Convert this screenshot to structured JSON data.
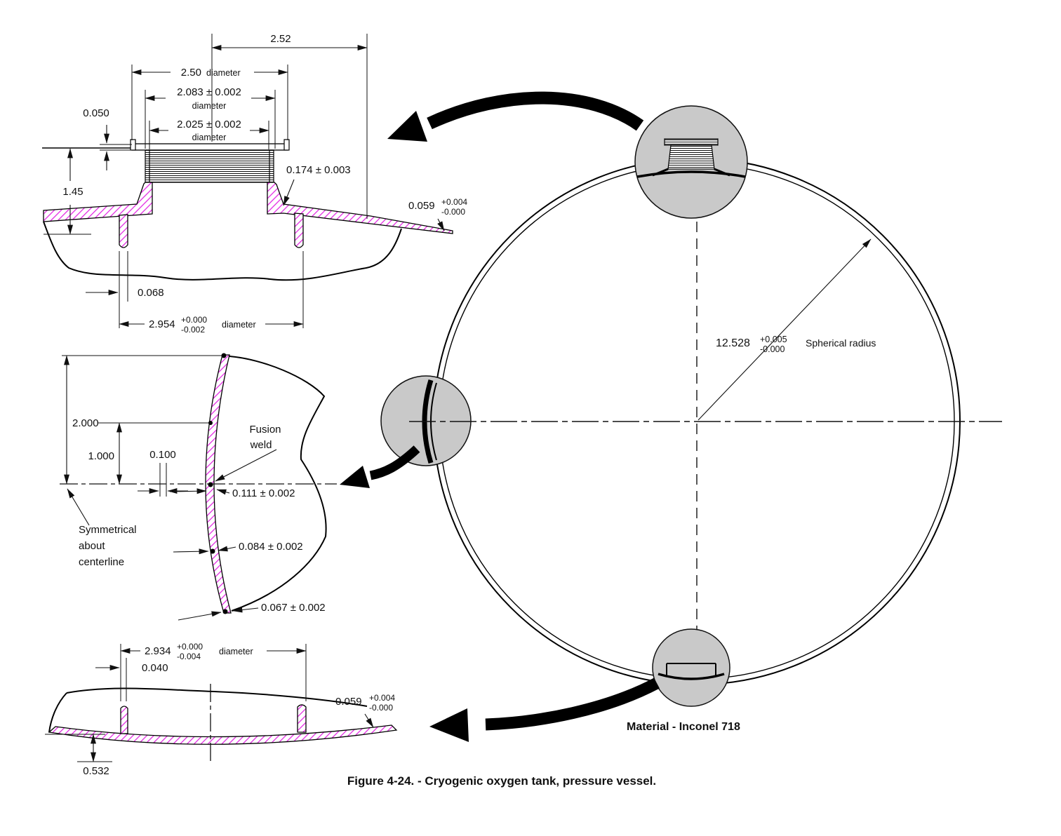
{
  "colors": {
    "hatch_magenta": "#E21EE2",
    "callout_gray": "#C9C9C9",
    "ink": "#101010"
  },
  "caption": "Figure 4-24. - Cryogenic oxygen tank, pressure vessel.",
  "material_note": "Material - Inconel 718",
  "sphere": {
    "radius_value": "12.528",
    "radius_tol_plus": "+0.005",
    "radius_tol_minus": "-0.000",
    "radius_label": "Spherical radius"
  },
  "upper_boss": {
    "dim_252": "2.52",
    "dim_250": "2.50",
    "dim_250_unit": "diameter",
    "dim_2083": "2.083 ± 0.002",
    "dim_2083_unit": "diameter",
    "dim_2025": "2.025 ± 0.002",
    "dim_2025_unit": "diameter",
    "dim_0050": "0.050",
    "dim_145": "1.45",
    "dim_0174": "0.174 ± 0.003",
    "dim_0059": "0.059",
    "dim_0059_plus": "+0.004",
    "dim_0059_minus": "-0.000",
    "dim_0068": "0.068",
    "dim_2954": "2.954",
    "dim_2954_plus": "+0.000",
    "dim_2954_minus": "-0.002",
    "dim_2954_unit": "diameter"
  },
  "equator": {
    "dim_2000": "2.000",
    "dim_1000": "1.000",
    "dim_0100": "0.100",
    "fusion_weld_line1": "Fusion",
    "fusion_weld_line2": "weld",
    "dim_0111": "0.111 ± 0.002",
    "dim_0084": "0.084 ± 0.002",
    "dim_0067": "0.067 ± 0.002",
    "symmetry_line1": "Symmetrical",
    "symmetry_line2": "about",
    "symmetry_line3": "centerline"
  },
  "lower_boss": {
    "dim_2934": "2.934",
    "dim_2934_plus": "+0.000",
    "dim_2934_minus": "-0.004",
    "dim_2934_unit": "diameter",
    "dim_0040": "0.040",
    "dim_0059": "0.059",
    "dim_0059_plus": "+0.004",
    "dim_0059_minus": "-0.000",
    "dim_0532": "0.532"
  }
}
